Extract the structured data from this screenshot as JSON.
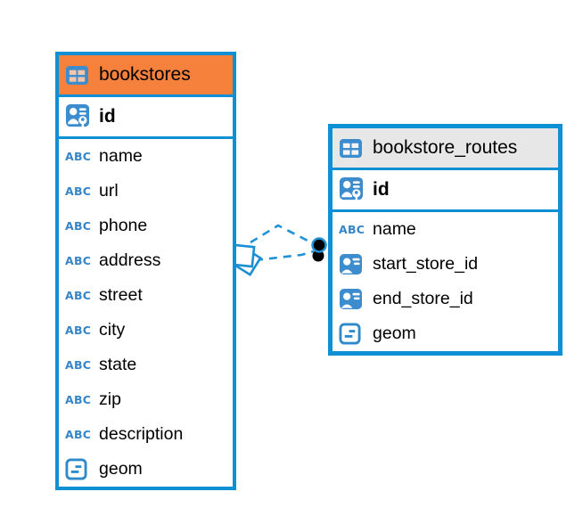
{
  "diagram_type": "entity-relationship",
  "colors": {
    "table_border": "#0E90D4",
    "relationship_line": "#2191D6",
    "icon_blue": "#3D8DCE",
    "text_type_blue": "#3585C8",
    "bookstores_header": "#F6813C",
    "bookstore_routes_header": "#E7E7E7",
    "text": "#000000",
    "background": "#FFFFFF"
  },
  "icon_labels": {
    "text_type": "ABC"
  },
  "tables": [
    {
      "title": "bookstores",
      "header_color": "#F6813C",
      "rows": [
        {
          "name": "id",
          "icon": "primary-key-icon",
          "key": true
        },
        {
          "name": "name",
          "icon": "text-type-icon"
        },
        {
          "name": "url",
          "icon": "text-type-icon"
        },
        {
          "name": "phone",
          "icon": "text-type-icon"
        },
        {
          "name": "address",
          "icon": "text-type-icon"
        },
        {
          "name": "street",
          "icon": "text-type-icon"
        },
        {
          "name": "city",
          "icon": "text-type-icon"
        },
        {
          "name": "state",
          "icon": "text-type-icon"
        },
        {
          "name": "zip",
          "icon": "text-type-icon"
        },
        {
          "name": "description",
          "icon": "text-type-icon"
        },
        {
          "name": "geom",
          "icon": "geometry-type-icon"
        }
      ]
    },
    {
      "title": "bookstore_routes",
      "header_color": "#E7E7E7",
      "rows": [
        {
          "name": "id",
          "icon": "primary-key-icon",
          "key": true
        },
        {
          "name": "name",
          "icon": "text-type-icon"
        },
        {
          "name": "start_store_id",
          "icon": "foreign-key-icon"
        },
        {
          "name": "end_store_id",
          "icon": "foreign-key-icon"
        },
        {
          "name": "geom",
          "icon": "geometry-type-icon"
        }
      ]
    }
  ],
  "relationships": {
    "count": 2,
    "line_style": "dashed",
    "from_table": "bookstores",
    "to_table": "bookstore_routes"
  }
}
